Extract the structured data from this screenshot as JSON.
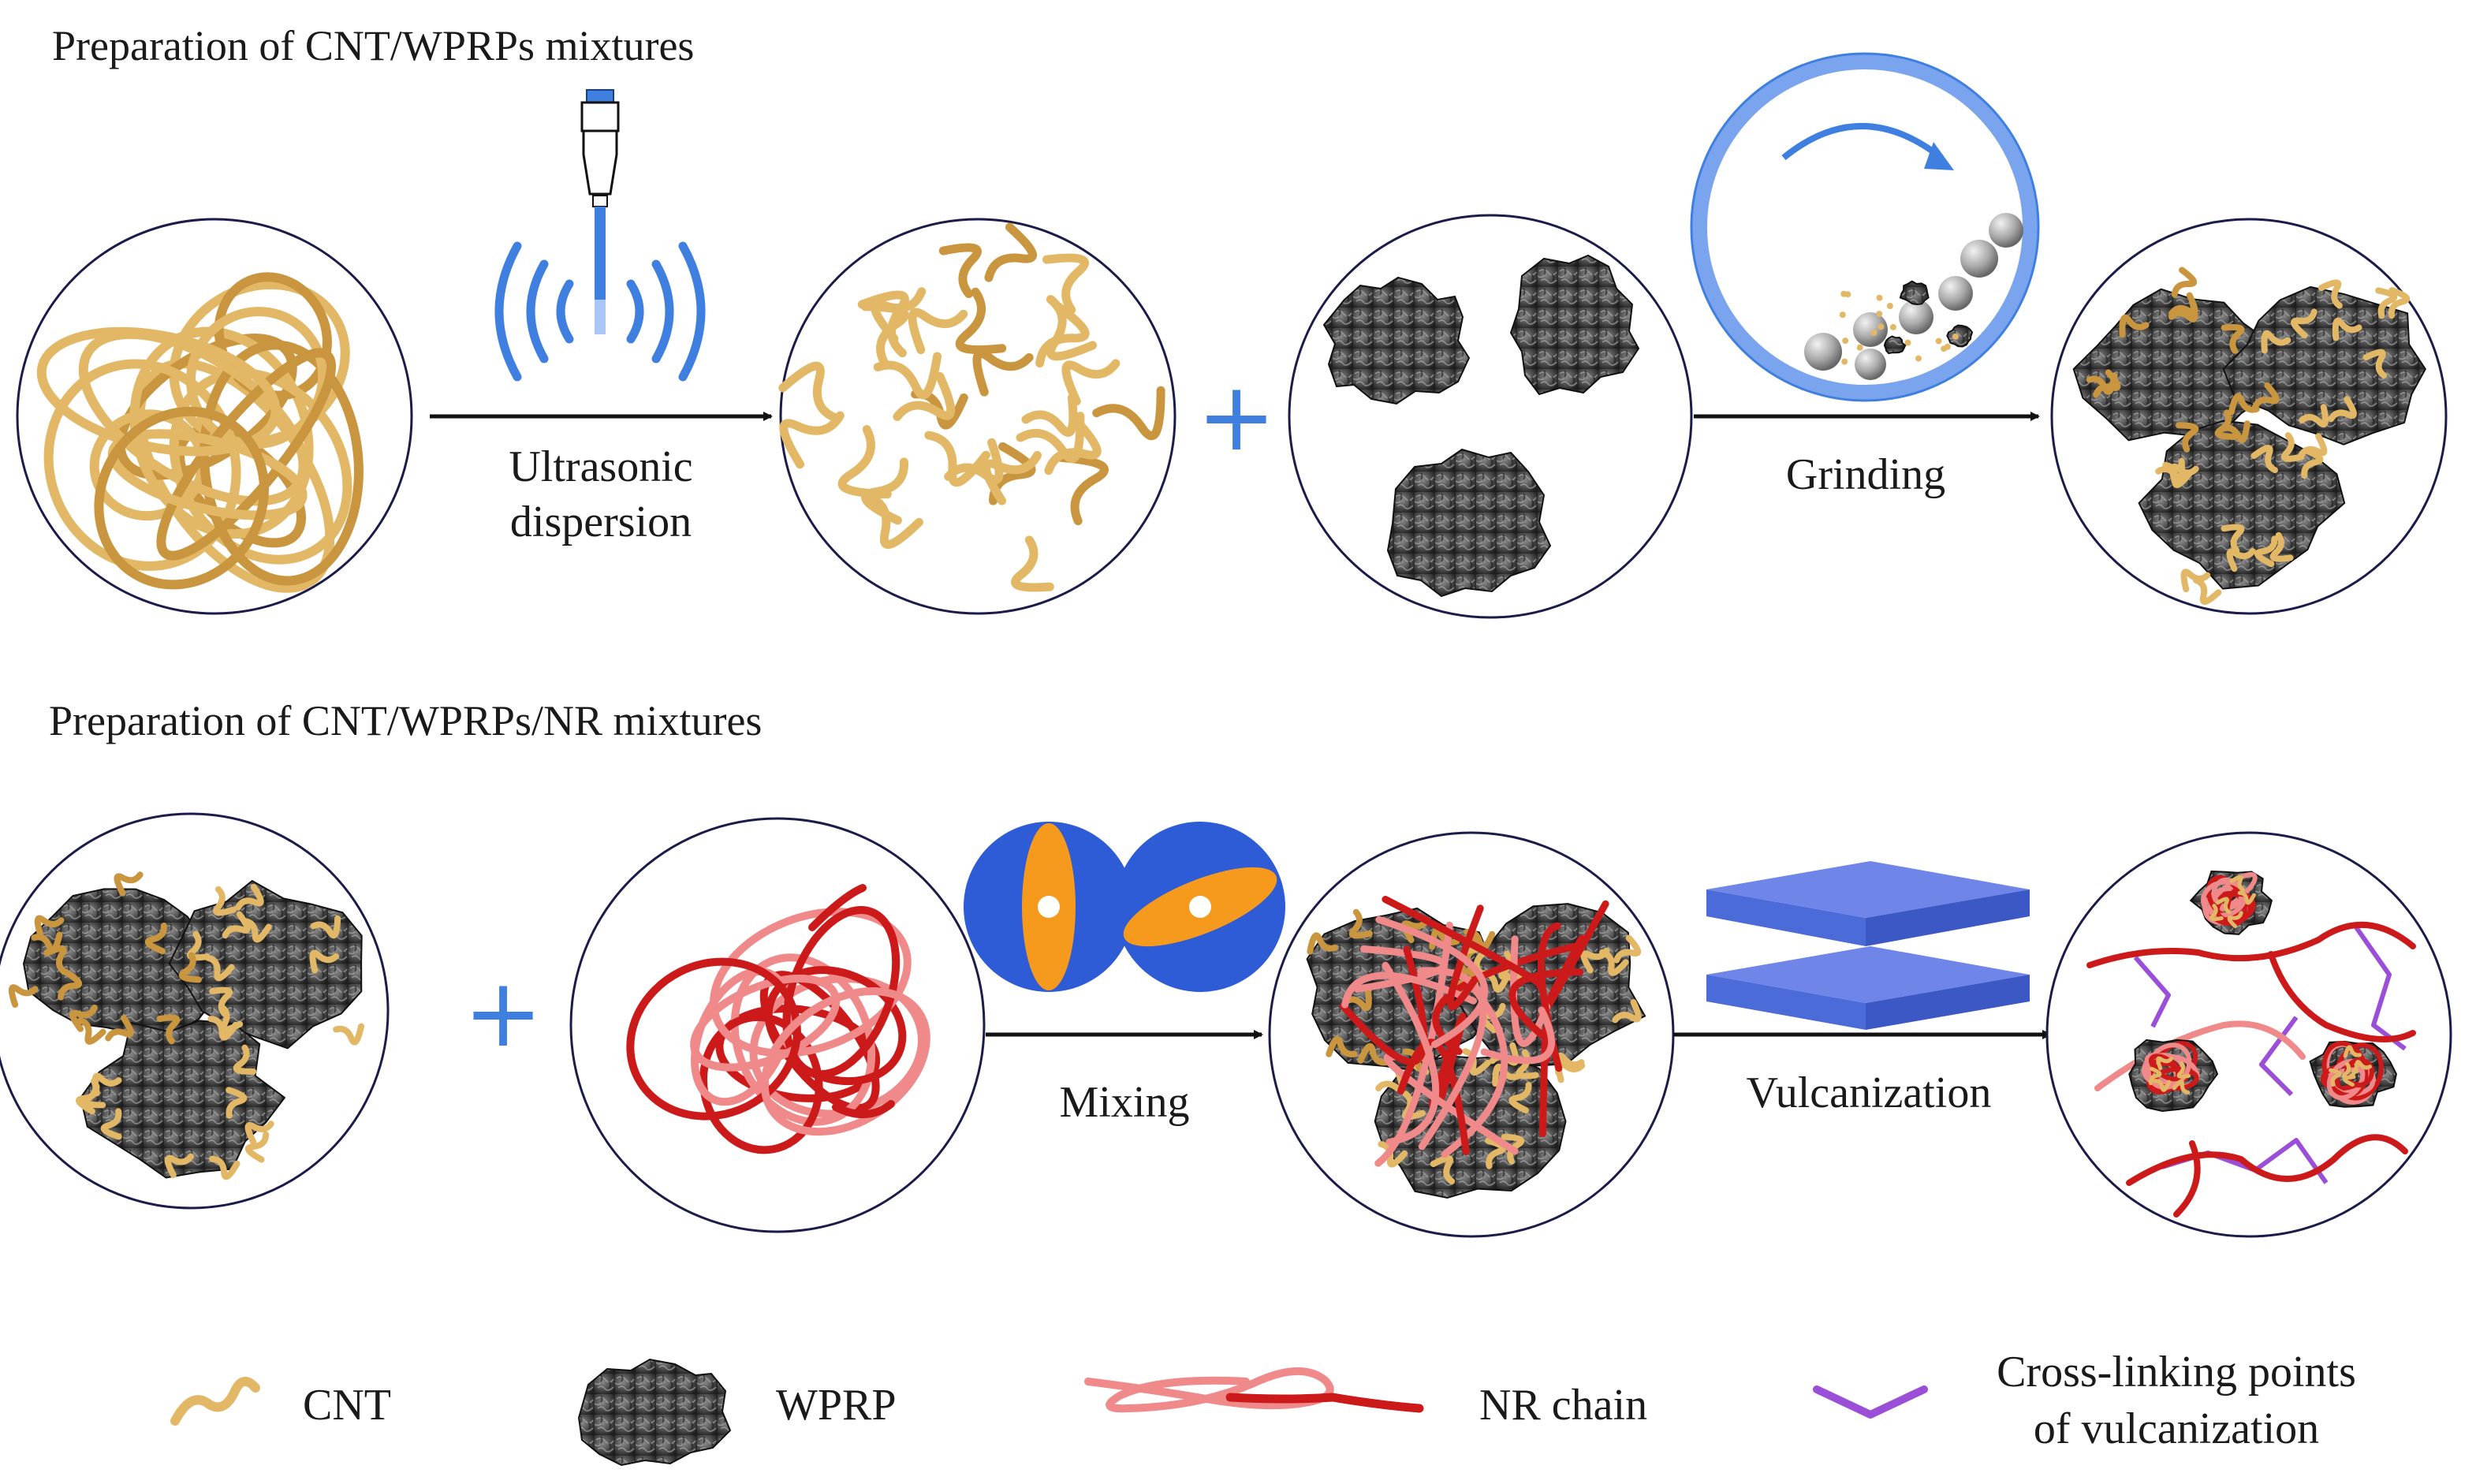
{
  "row1": {
    "title": "Preparation of CNT/WPRPs mixtures",
    "steps": {
      "ultrasonic": [
        "Ultrasonic",
        "dispersion"
      ],
      "grinding": "Grinding"
    },
    "plus": "+"
  },
  "row2": {
    "title": "Preparation of CNT/WPRPs/NR mixtures",
    "steps": {
      "mixing": "Mixing",
      "vulcanization": "Vulcanization"
    },
    "plus": "+"
  },
  "legend": {
    "cnt": "CNT",
    "wprp": "WPRP",
    "nr": "NR chain",
    "crosslink": [
      "Cross-linking points",
      "of vulcanization"
    ]
  },
  "colors": {
    "cnt": "#e2b866",
    "cnt_dark": "#c9963f",
    "wprp": "#4a4a4a",
    "nr": "#cc1a1a",
    "nr_light": "#f08a8a",
    "blue": "#3f7fe0",
    "crosslink": "#9b4fd8",
    "orange": "#f59a1c",
    "mixer_blue": "#2e5bd6",
    "press_blue": "#4b6bd8"
  }
}
